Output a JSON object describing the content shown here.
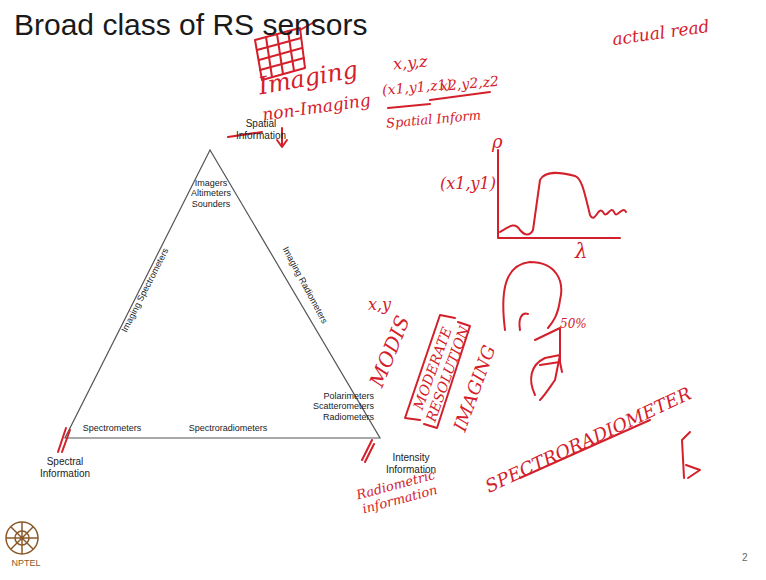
{
  "diagram": {
    "title": "Broad class of RS sensors",
    "labels": [
      "Spatial Information",
      "Imagers Altimeters Sounders",
      "Imaging Spectrometers",
      "Imaging Radiometers",
      "Spectrometers",
      "Spectroradiometers",
      "Polarimeters Scatterometers Radiometers",
      "Spectral Information",
      "Intensity Information",
      "Imaging",
      "non-Imaging",
      "x,y,z",
      "(x1,y1,z1)",
      "x2,y2,z2",
      "Spatial Inform",
      "actual read",
      "(x1,y1)",
      "ρ",
      "λ",
      "x,y",
      "MODIS",
      "MODERATE RESOLUTION",
      "IMAGING",
      "SPECTRORADIOMETER",
      "50%",
      "Radiometric information",
      "2",
      "NPTEL"
    ]
  }
}
